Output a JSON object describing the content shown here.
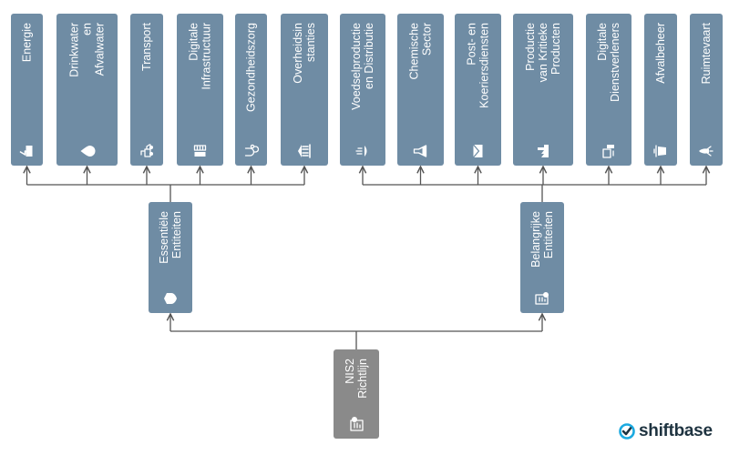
{
  "root": {
    "label": [
      "NIS2",
      "Richtlijn"
    ],
    "icon": "document-icon"
  },
  "groups": [
    {
      "id": "essentiele",
      "label": [
        "Essentiële",
        "Entiteiten"
      ],
      "icon": "shield-icon"
    },
    {
      "id": "belangrijke",
      "label": [
        "Belangrijke",
        "Entiteiten"
      ],
      "icon": "document-gear-icon"
    }
  ],
  "sectors": [
    {
      "group": "essentiele",
      "label": [
        "Energie"
      ],
      "icon": "energy-icon"
    },
    {
      "group": "essentiele",
      "label": [
        "Drinkwater",
        "en",
        "Afvalwater"
      ],
      "icon": "water-drop-icon"
    },
    {
      "group": "essentiele",
      "label": [
        "Transport"
      ],
      "icon": "transport-icon"
    },
    {
      "group": "essentiele",
      "label": [
        "Digitale",
        "Infrastructuur"
      ],
      "icon": "server-icon"
    },
    {
      "group": "essentiele",
      "label": [
        "Gezondheidszorg"
      ],
      "icon": "stethoscope-icon"
    },
    {
      "group": "essentiele",
      "label": [
        "Overheidsin",
        "stanties"
      ],
      "icon": "government-icon"
    },
    {
      "group": "belangrijke",
      "label": [
        "Voedselproductie",
        "en Distributie"
      ],
      "icon": "food-icon"
    },
    {
      "group": "belangrijke",
      "label": [
        "Chemische",
        "Sector"
      ],
      "icon": "flask-icon"
    },
    {
      "group": "belangrijke",
      "label": [
        "Post- en",
        "Koeriersdiensten"
      ],
      "icon": "mail-icon"
    },
    {
      "group": "belangrijke",
      "label": [
        "Productie",
        "van Kritieke",
        "Producten"
      ],
      "icon": "factory-icon"
    },
    {
      "group": "belangrijke",
      "label": [
        "Digitale",
        "Dienstverleners"
      ],
      "icon": "devices-icon"
    },
    {
      "group": "belangrijke",
      "label": [
        "Afvalbeheer"
      ],
      "icon": "waste-icon"
    },
    {
      "group": "belangrijke",
      "label": [
        "Ruimtevaart"
      ],
      "icon": "rocket-icon"
    }
  ],
  "brand": {
    "name": "shiftbase",
    "icon": "shiftbase-check-icon"
  },
  "colors": {
    "box": "#6f8ca4",
    "root": "#8a8a8a",
    "line": "#555555",
    "brand": "#1e3340",
    "brand_accent": "#1aa9e0"
  }
}
